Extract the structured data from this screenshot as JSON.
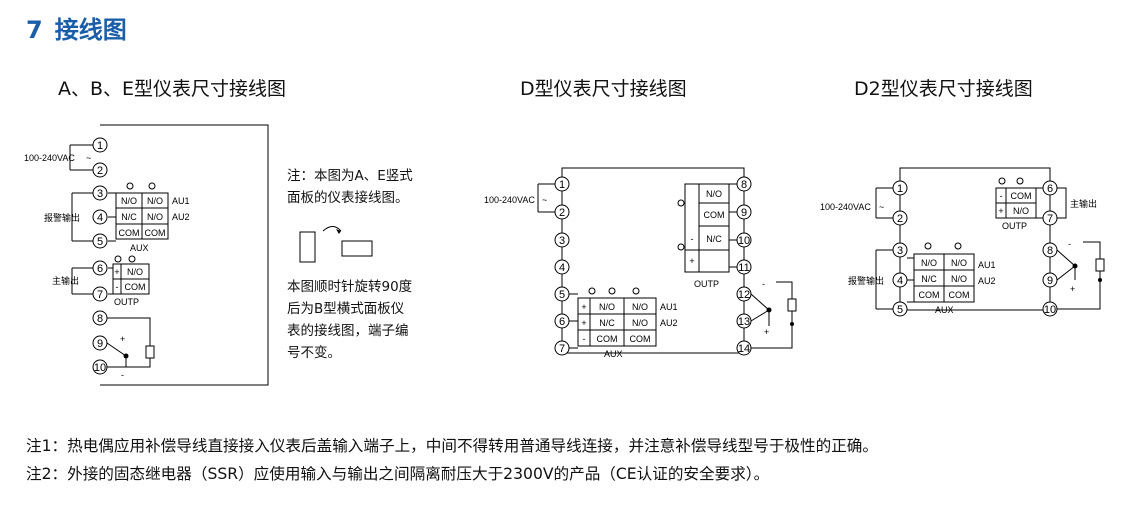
{
  "section": {
    "number": "7",
    "title": "接线图"
  },
  "diagrams": {
    "abe": {
      "title": "A、B、E型仪表尺寸接线图"
    },
    "d": {
      "title": "D型仪表尺寸接线图"
    },
    "d2": {
      "title": "D2型仪表尺寸接线图"
    }
  },
  "labels": {
    "power": "100-240VAC",
    "alarm_output": "报警输出",
    "main_output": "主输出",
    "au1": "AU1",
    "au2": "AU2",
    "aux": "AUX",
    "outp": "OUTP",
    "no": "N/O",
    "nc": "N/C",
    "com": "COM",
    "plus": "+",
    "minus": "-",
    "tilde": "~"
  },
  "terminals": [
    "1",
    "2",
    "3",
    "4",
    "5",
    "6",
    "7",
    "8",
    "9",
    "10",
    "11",
    "12",
    "13",
    "14"
  ],
  "rotation_note": {
    "line1": "注：本图为A、E竖式",
    "line2": "面板的仪表接线图。",
    "line3": "本图顺时针旋转90度",
    "line4": "后为B型横式面板仪",
    "line5": "表的接线图，端子编",
    "line6": "号不变。"
  },
  "footnotes": {
    "note1": "注1：热电偶应用补偿导线直接接入仪表后盖输入端子上，中间不得转用普通导线连接，并注意补偿导线型号于极性的正确。",
    "note2": "注2：外接的固态继电器（SSR）应使用输入与输出之间隔离耐压大于2300V的产品（CE认证的安全要求）。"
  }
}
